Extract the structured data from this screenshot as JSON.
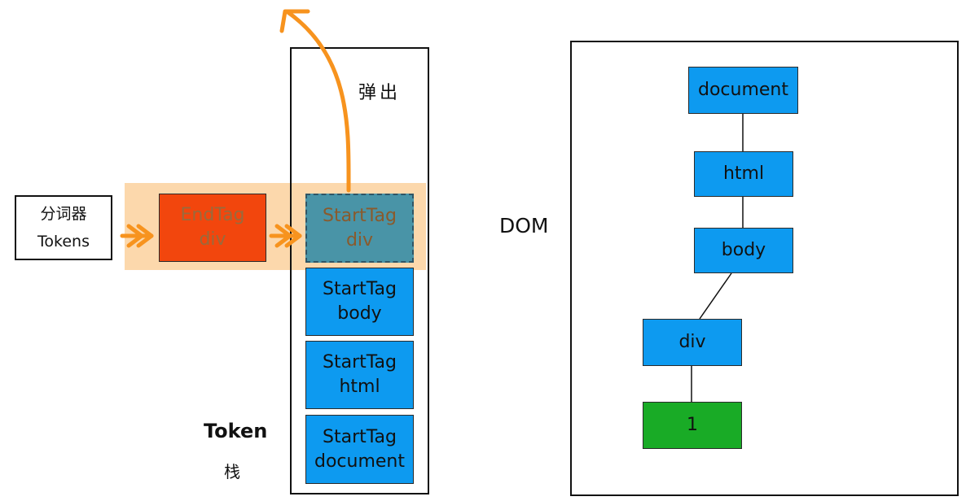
{
  "tokenizer": {
    "line1": "分词器",
    "line2": "Tokens"
  },
  "current_token": {
    "line1": "EndTag",
    "line2": "div"
  },
  "popped_token": {
    "line1": "StartTag",
    "line2": "div"
  },
  "pop_label": "弹出",
  "stack_items": [
    {
      "line1": "StartTag",
      "line2": "body"
    },
    {
      "line1": "StartTag",
      "line2": "html"
    },
    {
      "line1": "StartTag",
      "line2": "document"
    }
  ],
  "stack_label": {
    "line1": "Token",
    "line2": "栈"
  },
  "dom_label": "DOM",
  "dom_nodes": {
    "document": "document",
    "html": "html",
    "body": "body",
    "div": "div",
    "text": "1"
  },
  "colors": {
    "stack_blue": "#0d9af0",
    "text_node_green": "#19ab26",
    "end_tag_red": "#f2460d",
    "popped_teal": "#4994a7",
    "highlight_orange": "#fbd19e",
    "arrow_orange": "#f7931e"
  }
}
